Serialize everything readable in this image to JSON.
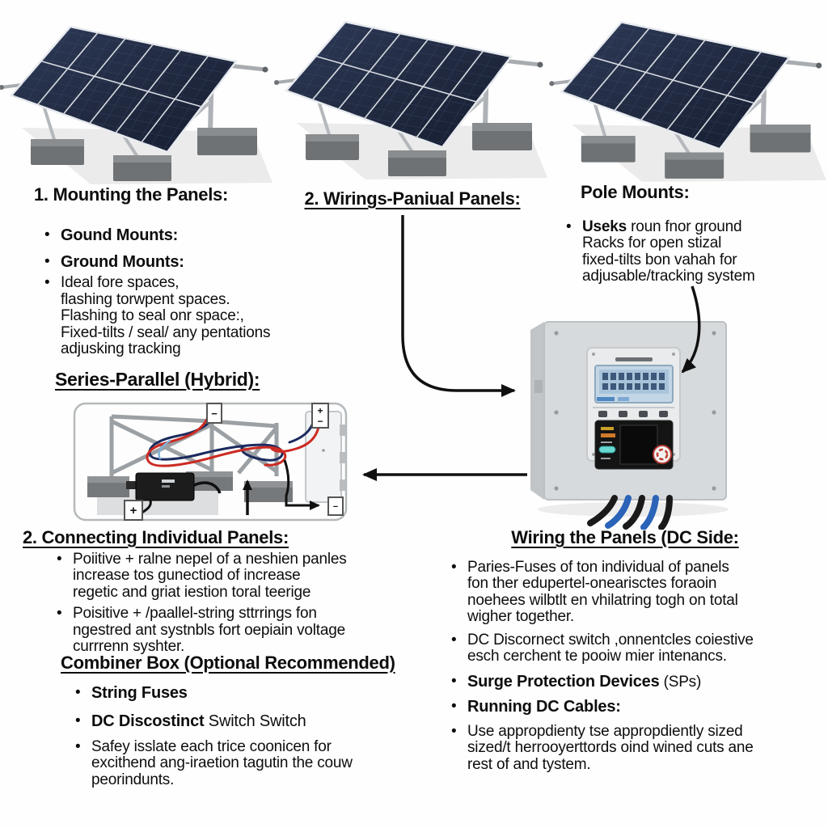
{
  "colors": {
    "text": "#0d0d0d",
    "arrow": "#101010",
    "wire_red": "#cc2a22",
    "wire_navy": "#1b2a5e",
    "panel_dark": "#1a2238",
    "enclosure_gray": "#d7dadc",
    "lcd_blue": "#a9c4da"
  },
  "illustrations": {
    "array_left": "ground-mount-solar-array",
    "array_middle": "ground-mount-solar-array",
    "array_right": "ground-mount-solar-array",
    "wiring_diagram": "series-parallel-wiring-diagram",
    "controller": "charge-controller-enclosure"
  },
  "sections": {
    "mounting": {
      "heading": "1. Mounting the Panels:",
      "bullet1": "Gound Mounts:",
      "bullet2": "Ground Mounts:",
      "bullet3": "Ideal fore spaces,\nflashing torwpent spaces.\nFlashing to seal onr space:,\nFixed-tilts / seal/ any pentations\nadjusking tracking"
    },
    "wiring_top": {
      "heading": "2. Wirings-Paniual Panels:"
    },
    "pole_mounts": {
      "heading": "Pole Mounts:",
      "bullet1_bold": "Useks",
      "bullet1_rest": " roun fnor ground\nRacks for open stizal\nfixed-tilts bon vahah for\nadjusable/tracking system"
    },
    "series_parallel": {
      "heading": "Series-Parallel (Hybrid):"
    },
    "connecting": {
      "heading": "2. Connecting Individual Panels:",
      "bullet1": "Poiitive + ralne nepel of a neshien panles\nincrease tos gunectiod of increase\nregetic and griat iestion toral teerige",
      "bullet2": "Poisitive + /paallel-string sttrrings fon\nngestred ant systnbls fort oepiain voltage\ncurrrenn syshter."
    },
    "combiner": {
      "heading": "Combiner Box (Optional Recommended)",
      "bullet1_bold": "String Fuses",
      "bullet2_bold": "DC Discostinct",
      "bullet2_rest": " Switch Switch",
      "bullet3": "Safey isslate each trice coonicen for\nexcithend ang-iraetion tagutin the couw\npeorindunts."
    },
    "wiring_dc": {
      "heading": "Wiring the Panels (DC Side:",
      "bullet1": "Paries-Fuses of ton individual of panels\nfon ther edupertel-onearisctes foraoin\nnoehees wilbtlt en vhilatring togh on total\nwigher together.",
      "bullet2": "DC Discornect switch ,onnentcles coiestive\nesch cerchent te pooiw mier intenancs.",
      "bullet3_bold": "Surge Protection Devices",
      "bullet3_rest": " (SPs)",
      "bullet4_bold": "Running DC Cables:",
      "bullet5": "Use appropdienty tse appropdiently sized\nsized/t herrooyerttords oind wined cuts ane\nrest of and tystem."
    }
  },
  "diagram_labels": {
    "plus": "+",
    "minus": "−"
  }
}
